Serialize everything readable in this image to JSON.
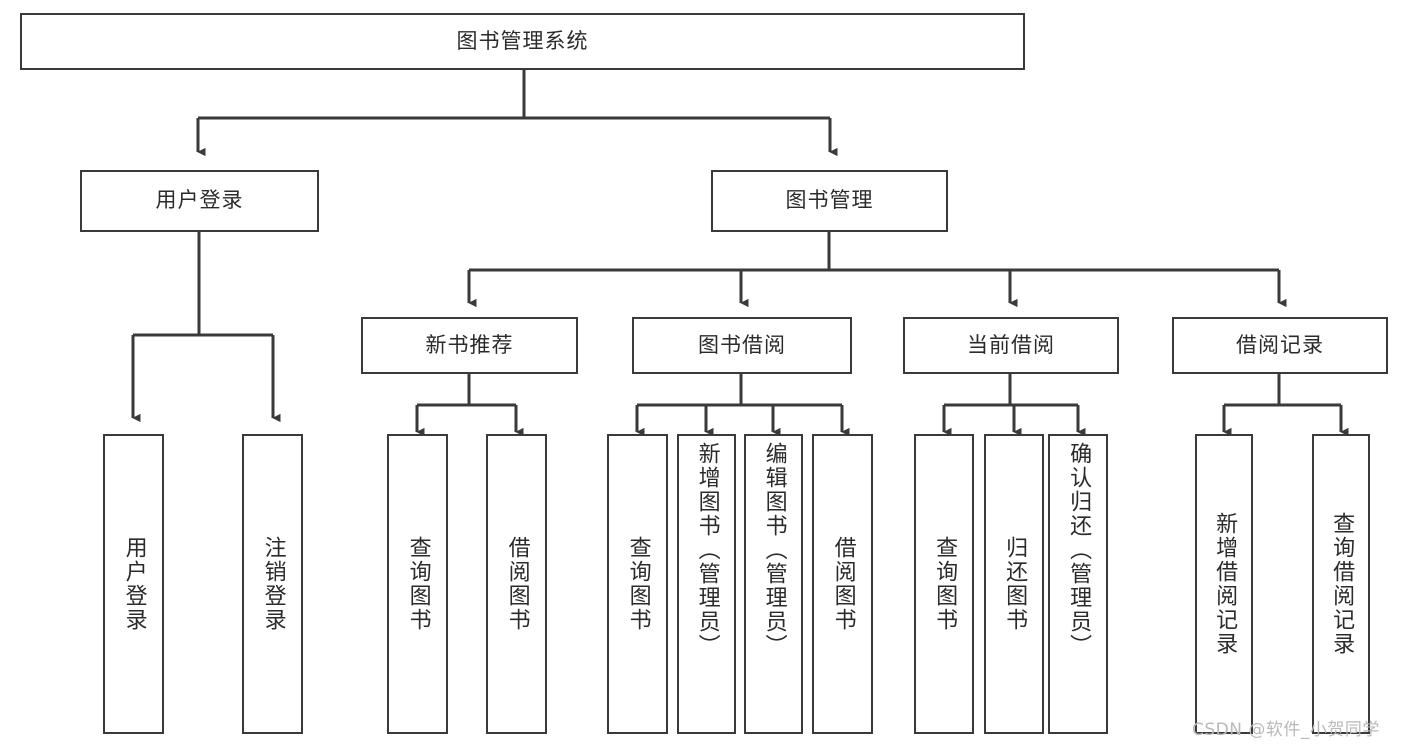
{
  "diagram": {
    "title": "图书管理系统",
    "root": {
      "label": "图书管理系统"
    },
    "level1": [
      {
        "label": "用户登录"
      },
      {
        "label": "图书管理"
      }
    ],
    "level2": [
      {
        "label": "新书推荐"
      },
      {
        "label": "图书借阅"
      },
      {
        "label": "当前借阅"
      },
      {
        "label": "借阅记录"
      }
    ],
    "leaves": {
      "user_login": [
        {
          "label": "用户登录"
        },
        {
          "label": "注销登录"
        }
      ],
      "new_book": [
        {
          "label": "查询图书"
        },
        {
          "label": "借阅图书"
        }
      ],
      "borrow_book": [
        {
          "label": "查询图书"
        },
        {
          "label": "新增图书（管理员）"
        },
        {
          "label": "编辑图书（管理员）"
        },
        {
          "label": "借阅图书"
        }
      ],
      "current_borrow": [
        {
          "label": "查询图书"
        },
        {
          "label": "归还图书"
        },
        {
          "label": "确认归还（管理员）"
        }
      ],
      "borrow_record": [
        {
          "label": "新增借阅记录"
        },
        {
          "label": "查询借阅记录"
        }
      ]
    }
  },
  "watermark": {
    "text": "CSDN @软件_小贺同学"
  },
  "colors": {
    "stroke": "#3a3a3a",
    "background": "#ffffff",
    "text": "#2b2b2b",
    "watermark": "#b9b9b9"
  }
}
